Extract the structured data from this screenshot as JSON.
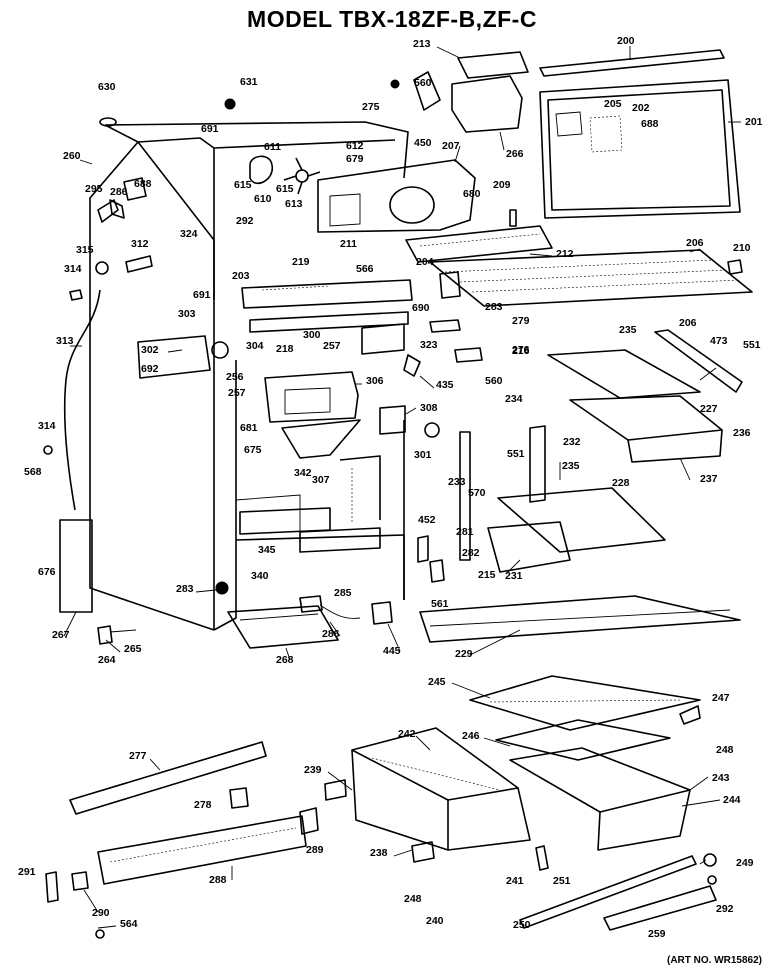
{
  "title": "MODEL TBX-18ZF-B,ZF-C",
  "art_number": "(ART NO. WR15862)",
  "part_labels": [
    {
      "id": "200",
      "text": "200"
    },
    {
      "id": "201",
      "text": "201"
    },
    {
      "id": "202",
      "text": "202"
    },
    {
      "id": "203",
      "text": "203"
    },
    {
      "id": "204",
      "text": "204"
    },
    {
      "id": "205",
      "text": "205"
    },
    {
      "id": "206a",
      "text": "206"
    },
    {
      "id": "206b",
      "text": "206"
    },
    {
      "id": "207",
      "text": "207"
    },
    {
      "id": "209",
      "text": "209"
    },
    {
      "id": "210",
      "text": "210"
    },
    {
      "id": "211",
      "text": "211"
    },
    {
      "id": "212",
      "text": "212"
    },
    {
      "id": "213",
      "text": "213"
    },
    {
      "id": "215",
      "text": "215"
    },
    {
      "id": "216",
      "text": "216"
    },
    {
      "id": "218",
      "text": "218"
    },
    {
      "id": "219",
      "text": "219"
    },
    {
      "id": "227",
      "text": "227"
    },
    {
      "id": "228",
      "text": "228"
    },
    {
      "id": "229",
      "text": "229"
    },
    {
      "id": "231",
      "text": "231"
    },
    {
      "id": "232",
      "text": "232"
    },
    {
      "id": "233",
      "text": "233"
    },
    {
      "id": "234",
      "text": "234"
    },
    {
      "id": "235a",
      "text": "235"
    },
    {
      "id": "235b",
      "text": "235"
    },
    {
      "id": "236",
      "text": "236"
    },
    {
      "id": "237",
      "text": "237"
    },
    {
      "id": "238",
      "text": "238"
    },
    {
      "id": "239",
      "text": "239"
    },
    {
      "id": "240",
      "text": "240"
    },
    {
      "id": "241",
      "text": "241"
    },
    {
      "id": "242",
      "text": "242"
    },
    {
      "id": "243",
      "text": "243"
    },
    {
      "id": "244",
      "text": "244"
    },
    {
      "id": "245",
      "text": "245"
    },
    {
      "id": "246",
      "text": "246"
    },
    {
      "id": "247",
      "text": "247"
    },
    {
      "id": "248a",
      "text": "248"
    },
    {
      "id": "248b",
      "text": "248"
    },
    {
      "id": "249",
      "text": "249"
    },
    {
      "id": "250",
      "text": "250"
    },
    {
      "id": "251",
      "text": "251"
    },
    {
      "id": "256",
      "text": "256"
    },
    {
      "id": "257a",
      "text": "257"
    },
    {
      "id": "257b",
      "text": "257"
    },
    {
      "id": "259",
      "text": "259"
    },
    {
      "id": "260",
      "text": "260"
    },
    {
      "id": "264",
      "text": "264"
    },
    {
      "id": "265",
      "text": "265"
    },
    {
      "id": "266",
      "text": "266"
    },
    {
      "id": "267",
      "text": "267"
    },
    {
      "id": "268",
      "text": "268"
    },
    {
      "id": "275",
      "text": "275"
    },
    {
      "id": "276",
      "text": "276"
    },
    {
      "id": "277",
      "text": "277"
    },
    {
      "id": "278",
      "text": "278"
    },
    {
      "id": "279",
      "text": "279"
    },
    {
      "id": "281",
      "text": "281"
    },
    {
      "id": "282",
      "text": "282"
    },
    {
      "id": "283a",
      "text": "283"
    },
    {
      "id": "283b",
      "text": "283"
    },
    {
      "id": "285",
      "text": "285"
    },
    {
      "id": "286a",
      "text": "286"
    },
    {
      "id": "286b",
      "text": "286"
    },
    {
      "id": "288",
      "text": "288"
    },
    {
      "id": "289",
      "text": "289"
    },
    {
      "id": "290",
      "text": "290"
    },
    {
      "id": "291",
      "text": "291"
    },
    {
      "id": "292a",
      "text": "292"
    },
    {
      "id": "292b",
      "text": "292"
    },
    {
      "id": "295",
      "text": "295"
    },
    {
      "id": "300",
      "text": "300"
    },
    {
      "id": "301",
      "text": "301"
    },
    {
      "id": "302",
      "text": "302"
    },
    {
      "id": "303",
      "text": "303"
    },
    {
      "id": "304",
      "text": "304"
    },
    {
      "id": "306",
      "text": "306"
    },
    {
      "id": "307",
      "text": "307"
    },
    {
      "id": "308",
      "text": "308"
    },
    {
      "id": "312",
      "text": "312"
    },
    {
      "id": "313",
      "text": "313"
    },
    {
      "id": "314a",
      "text": "314"
    },
    {
      "id": "314b",
      "text": "314"
    },
    {
      "id": "315",
      "text": "315"
    },
    {
      "id": "323",
      "text": "323"
    },
    {
      "id": "324",
      "text": "324"
    },
    {
      "id": "340",
      "text": "340"
    },
    {
      "id": "342",
      "text": "342"
    },
    {
      "id": "345",
      "text": "345"
    },
    {
      "id": "435",
      "text": "435"
    },
    {
      "id": "445",
      "text": "445"
    },
    {
      "id": "450",
      "text": "450"
    },
    {
      "id": "452",
      "text": "452"
    },
    {
      "id": "473",
      "text": "473"
    },
    {
      "id": "551a",
      "text": "551"
    },
    {
      "id": "551b",
      "text": "551"
    },
    {
      "id": "560a",
      "text": "560"
    },
    {
      "id": "560b",
      "text": "560"
    },
    {
      "id": "561",
      "text": "561"
    },
    {
      "id": "564",
      "text": "564"
    },
    {
      "id": "566",
      "text": "566"
    },
    {
      "id": "568",
      "text": "568"
    },
    {
      "id": "570",
      "text": "570"
    },
    {
      "id": "610",
      "text": "610"
    },
    {
      "id": "611",
      "text": "611"
    },
    {
      "id": "612",
      "text": "612"
    },
    {
      "id": "613",
      "text": "613"
    },
    {
      "id": "615a",
      "text": "615"
    },
    {
      "id": "615b",
      "text": "615"
    },
    {
      "id": "630",
      "text": "630"
    },
    {
      "id": "631",
      "text": "631"
    },
    {
      "id": "675",
      "text": "675"
    },
    {
      "id": "676",
      "text": "676"
    },
    {
      "id": "679",
      "text": "679"
    },
    {
      "id": "680",
      "text": "680"
    },
    {
      "id": "681",
      "text": "681"
    },
    {
      "id": "688a",
      "text": "688"
    },
    {
      "id": "688b",
      "text": "688"
    },
    {
      "id": "690",
      "text": "690"
    },
    {
      "id": "691a",
      "text": "691"
    },
    {
      "id": "691b",
      "text": "691"
    },
    {
      "id": "692",
      "text": "692"
    }
  ]
}
